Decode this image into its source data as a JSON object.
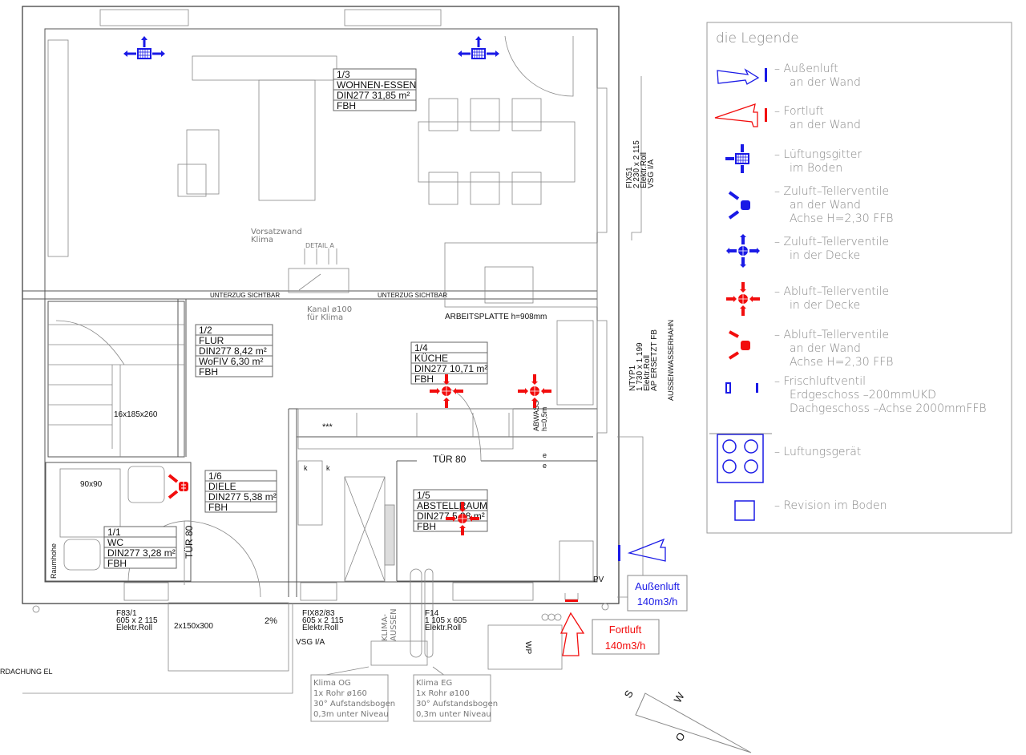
{
  "colors": {
    "supply": "#1a1ae6",
    "exhaust": "#f20d0d",
    "line": "#555555"
  },
  "rooms": [
    {
      "no": "1/3",
      "name": "WOHNEN-ESSEN",
      "din": "DIN277 31,85  m²",
      "heating": "FBH"
    },
    {
      "no": "1/2",
      "name": "FLUR",
      "din": "DIN277 8,42  m²",
      "wofiv": "WoFIV 6,30  m²",
      "heating": "FBH"
    },
    {
      "no": "1/4",
      "name": "KÜCHE",
      "din": "DIN277 10,71  m²",
      "heating": "FBH"
    },
    {
      "no": "1/6",
      "name": "DIELE",
      "din": "DIN277 5,38  m²",
      "heating": "FBH"
    },
    {
      "no": "1/1",
      "name": "WC",
      "din": "DIN277 3,28  m²",
      "heating": "FBH"
    },
    {
      "no": "1/5",
      "name": "ABSTELLRAUM",
      "din": "DIN277 5,38  m²",
      "heating": "FBH"
    }
  ],
  "annotations": {
    "unterzug": "UNTERZUG SICHTBAR",
    "arbeitsplatte": "ARBEITSPLATTE h=908mm",
    "kanal_1": "Kanal ø100",
    "kanal_2": "für Klima",
    "vorsatz_1": "Vorsatzwand",
    "vorsatz_2": "Klima",
    "detail": "DETAIL A",
    "door_kitchen": "TÜR 80",
    "door_wc": "TÜR 80",
    "stairs": "16x185x260",
    "shower": "90x90",
    "raumhohe": "Raumhohe",
    "stars": "***",
    "abwass_1": "ABWASS",
    "abwass_2": "h=0,5m",
    "e": "e",
    "pv": "PV",
    "wp": "WP",
    "slope": "2%",
    "drain": "2x150x300",
    "vsg": "VSG I/A",
    "vordachung": "RDACHUNG EL",
    "klima_aussen_1": "KLIMA-",
    "klima_aussen_2": "AUSSEN",
    "aussenwasserhahn": "AUSSENWASSERHAHN",
    "k": "k"
  },
  "windows": {
    "f83": [
      "F83/1",
      "605 x 2 115",
      "Elektr.Roll"
    ],
    "fix82": [
      "FIX82/83",
      "605 x 2 115",
      "Elektr.Roll"
    ],
    "f14": [
      "F14",
      "1 105 x 605",
      "Elektr.Roll"
    ],
    "fix51": [
      "FIX51",
      "2 230 x 2 115",
      "Elektr.Roll",
      "VSG I/A"
    ],
    "ntyp1": [
      "NTYP1",
      "1 730 x 1 199",
      "Elektr.Roll",
      "AP ERSETZT FB"
    ]
  },
  "klima_notes": {
    "og": [
      "Klima OG",
      "1x Rohr ø160",
      "30° Aufstandsbogen",
      "0,3m unter Niveau"
    ],
    "eg": [
      "Klima EG",
      "1x Rohr ø100",
      "30° Aufstandsbogen",
      "0,3m unter Niveau"
    ]
  },
  "airflow": {
    "aussenluft_label": "Außenluft",
    "aussenluft_value": "140m3/h",
    "fortluft_label": "Fortluft",
    "fortluft_value": "140m3/h"
  },
  "compass": {
    "s": "S",
    "w": "W",
    "o": "O"
  },
  "legend": {
    "title": "die Legende",
    "items": [
      {
        "icon": "aussenluft-arrow-icon",
        "lines": [
          "– Außenluft",
          "an der Wand"
        ]
      },
      {
        "icon": "fortluft-arrow-icon",
        "lines": [
          "– Fortluft",
          "an der Wand"
        ]
      },
      {
        "icon": "floor-grille-icon",
        "lines": [
          "– Lüftungsgitter",
          "im Boden"
        ]
      },
      {
        "icon": "supply-wall-valve-icon",
        "lines": [
          "– Zuluft–Tellerventile",
          "an der Wand",
          "Achse H=2,30 FFB"
        ]
      },
      {
        "icon": "supply-ceiling-valve-icon",
        "lines": [
          "– Zuluft–Tellerventile",
          "in der Decke"
        ]
      },
      {
        "icon": "exhaust-ceiling-valve-icon",
        "lines": [
          "– Abluft–Tellerventile",
          "in der Decke"
        ]
      },
      {
        "icon": "exhaust-wall-valve-icon",
        "lines": [
          "– Abluft–Tellerventile",
          "an der Wand",
          "Achse H=2,30 FFB"
        ]
      },
      {
        "icon": "fresh-air-valve-icon",
        "lines": [
          "– Frischluftventil",
          "Erdgeschoss –200mmUKD",
          "Dachgeschoss –Achse 2000mmFFB"
        ]
      },
      {
        "icon": "ventilation-unit-icon",
        "lines": [
          "– Luftungsgerät"
        ]
      },
      {
        "icon": "floor-revision-icon",
        "lines": [
          "– Revision im Boden"
        ]
      }
    ]
  }
}
